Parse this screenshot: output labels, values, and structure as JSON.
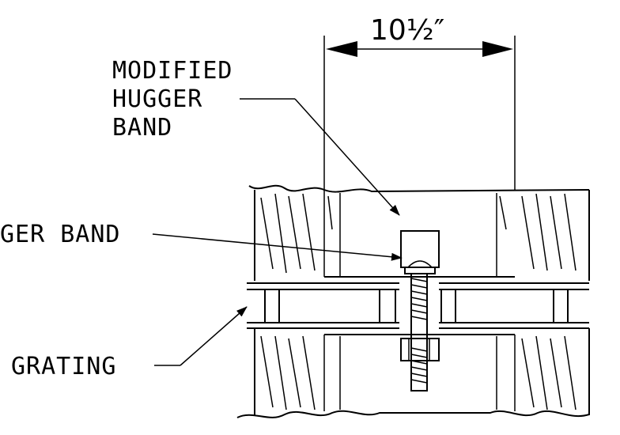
{
  "labels": {
    "dimension": "10½″",
    "modified_hugger_band": [
      "MODIFIED",
      "HUGGER",
      "BAND"
    ],
    "hugger_band": "GER BAND",
    "grating": "GRATING"
  }
}
